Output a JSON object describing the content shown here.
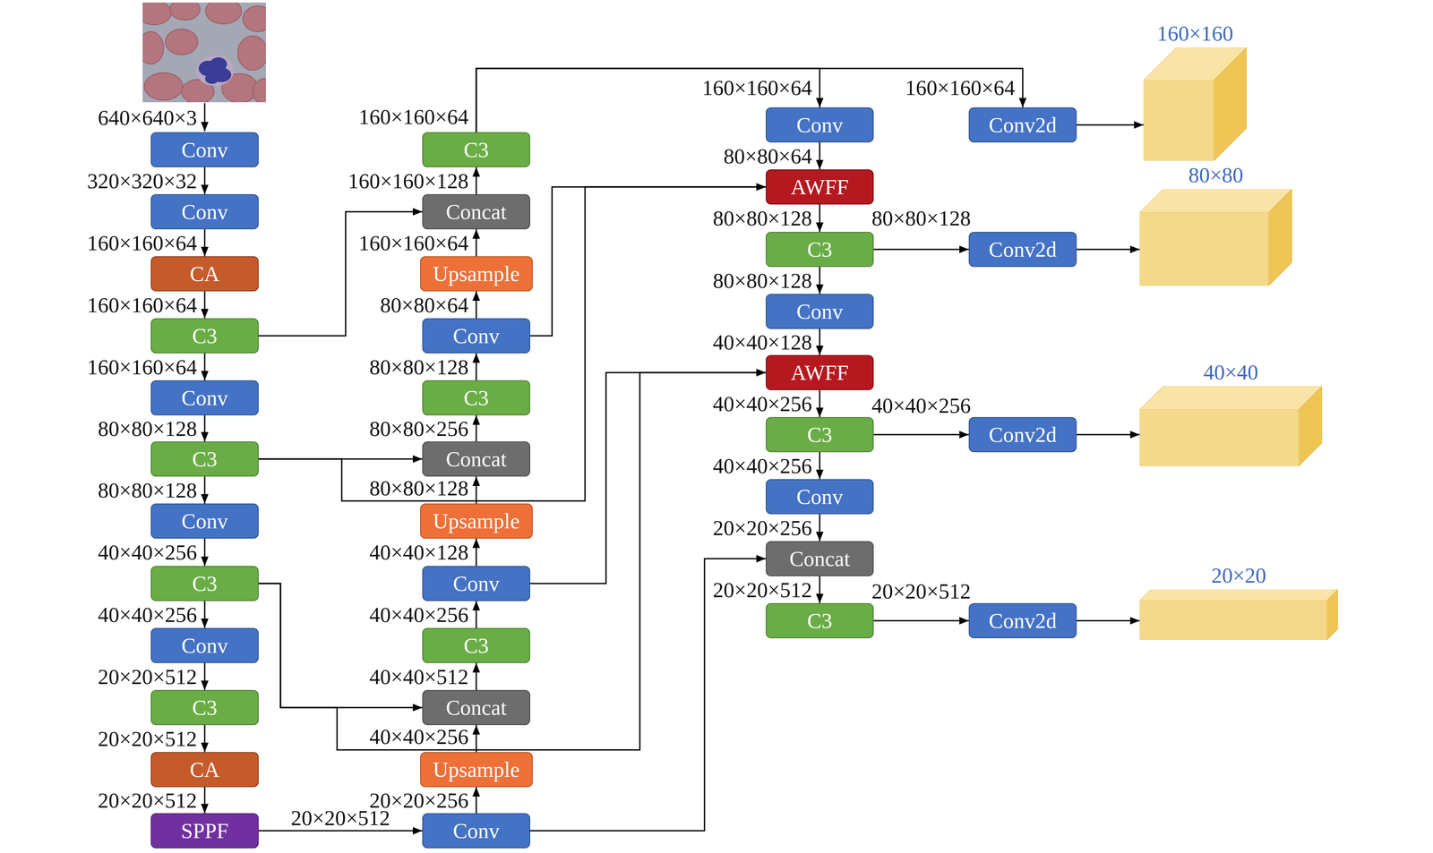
{
  "diagram": {
    "nodes": [
      {
        "text": [
          "Conv"
        ]
      },
      {
        "text": [
          "Conv"
        ]
      },
      {
        "text": [
          "CA"
        ]
      },
      {
        "text": [
          "C3"
        ]
      },
      {
        "text": [
          "Conv"
        ]
      },
      {
        "text": [
          "C3"
        ]
      },
      {
        "text": [
          "Conv"
        ]
      },
      {
        "text": [
          "C3"
        ]
      },
      {
        "text": [
          "Conv"
        ]
      },
      {
        "text": [
          "C3"
        ]
      },
      {
        "text": [
          "CA"
        ]
      },
      {
        "text": [
          "SPPF"
        ]
      },
      {
        "text": [
          "C3"
        ]
      },
      {
        "text": [
          "Concat"
        ]
      },
      {
        "text": [
          "Upsample"
        ]
      },
      {
        "text": [
          "Conv"
        ]
      },
      {
        "text": [
          "C3"
        ]
      },
      {
        "text": [
          "Concat"
        ]
      },
      {
        "text": [
          "Upsample"
        ]
      },
      {
        "text": [
          "Conv"
        ]
      },
      {
        "text": [
          "C3"
        ]
      },
      {
        "text": [
          "Concat"
        ]
      },
      {
        "text": [
          "Upsample"
        ]
      },
      {
        "text": [
          "Conv"
        ]
      },
      {
        "text": [
          "Conv"
        ]
      },
      {
        "text": [
          "AWFF"
        ]
      },
      {
        "text": [
          "C3"
        ]
      },
      {
        "text": [
          "Conv"
        ]
      },
      {
        "text": [
          "AWFF"
        ]
      },
      {
        "text": [
          "C3"
        ]
      },
      {
        "text": [
          "Conv"
        ]
      },
      {
        "text": [
          "Concat"
        ]
      },
      {
        "text": [
          "C3"
        ]
      },
      {
        "text": [
          "Conv2d"
        ]
      },
      {
        "text": [
          "Conv2d"
        ]
      },
      {
        "text": [
          "Conv2d"
        ]
      },
      {
        "text": [
          "Conv2d"
        ]
      },
      {
        "text": [
          "160×160"
        ]
      },
      {
        "text": [
          "80×80"
        ]
      },
      {
        "text": [
          "40×40"
        ]
      },
      {
        "text": [
          "20×20"
        ]
      }
    ],
    "edges": [
      {
        "from": 0,
        "to": 1,
        "arrow": "to",
        "label": "320×320×32"
      },
      {
        "from": 1,
        "to": 2,
        "arrow": "to",
        "label": "160×160×64"
      },
      {
        "from": 2,
        "to": 3,
        "arrow": "to",
        "label": "160×160×64"
      },
      {
        "from": 3,
        "to": 4,
        "arrow": "to",
        "label": "160×160×64"
      },
      {
        "from": 4,
        "to": 5,
        "arrow": "to",
        "label": "80×80×128"
      },
      {
        "from": 5,
        "to": 6,
        "arrow": "to",
        "label": "80×80×128"
      },
      {
        "from": 6,
        "to": 7,
        "arrow": "to",
        "label": "40×40×256"
      },
      {
        "from": 7,
        "to": 8,
        "arrow": "to",
        "label": "40×40×256"
      },
      {
        "from": 8,
        "to": 9,
        "arrow": "to",
        "label": "20×20×512"
      },
      {
        "from": 9,
        "to": 10,
        "arrow": "to",
        "label": "20×20×512"
      },
      {
        "from": 10,
        "to": 11,
        "arrow": "to",
        "label": "20×20×512"
      },
      {
        "from": 11,
        "to": 23,
        "arrow": "to",
        "label": "20×20×512"
      },
      {
        "from": 23,
        "to": 22,
        "arrow": "to",
        "label": "20×20×256"
      },
      {
        "from": 22,
        "to": 21,
        "arrow": "to",
        "label": "40×40×256"
      },
      {
        "from": 21,
        "to": 20,
        "arrow": "to",
        "label": "40×40×512"
      },
      {
        "from": 20,
        "to": 19,
        "arrow": "to",
        "label": "40×40×256"
      },
      {
        "from": 19,
        "to": 18,
        "arrow": "to",
        "label": "40×40×128"
      },
      {
        "from": 18,
        "to": 17,
        "arrow": "to",
        "label": "80×80×128"
      },
      {
        "from": 17,
        "to": 16,
        "arrow": "to",
        "label": "80×80×256"
      },
      {
        "from": 16,
        "to": 15,
        "arrow": "to",
        "label": "80×80×128"
      },
      {
        "from": 15,
        "to": 14,
        "arrow": "to",
        "label": "80×80×64"
      },
      {
        "from": 14,
        "to": 13,
        "arrow": "to",
        "label": "160×160×64"
      },
      {
        "from": 13,
        "to": 12,
        "arrow": "to",
        "label": "160×160×128"
      },
      {
        "from": 3,
        "to": 13,
        "arrow": "to"
      },
      {
        "from": 5,
        "to": 17,
        "arrow": "to"
      },
      {
        "from": 7,
        "to": 21,
        "arrow": "to"
      },
      {
        "from": 5,
        "to": 25,
        "arrow": "to"
      },
      {
        "from": 15,
        "to": 25,
        "arrow": "to"
      },
      {
        "from": 7,
        "to": 28,
        "arrow": "to"
      },
      {
        "from": 19,
        "to": 28,
        "arrow": "to"
      },
      {
        "from": 23,
        "to": 31,
        "arrow": "to"
      },
      {
        "from": 12,
        "to": 24,
        "arrow": "to",
        "label": "160×160×64"
      },
      {
        "from": 12,
        "to": 33,
        "arrow": "to",
        "label": "160×160×64"
      },
      {
        "from": 24,
        "to": 25,
        "arrow": "to",
        "label": "80×80×64"
      },
      {
        "from": 25,
        "to": 26,
        "arrow": "to",
        "label": "80×80×128"
      },
      {
        "from": 26,
        "to": 27,
        "arrow": "to",
        "label": "80×80×128"
      },
      {
        "from": 27,
        "to": 28,
        "arrow": "to",
        "label": "40×40×128"
      },
      {
        "from": 28,
        "to": 29,
        "arrow": "to",
        "label": "40×40×256"
      },
      {
        "from": 29,
        "to": 30,
        "arrow": "to",
        "label": "40×40×256"
      },
      {
        "from": 30,
        "to": 31,
        "arrow": "to",
        "label": "20×20×256"
      },
      {
        "from": 31,
        "to": 32,
        "arrow": "to",
        "label": "20×20×512"
      },
      {
        "from": 26,
        "to": 34,
        "arrow": "to",
        "label": "80×80×128"
      },
      {
        "from": 29,
        "to": 35,
        "arrow": "to",
        "label": "40×40×256"
      },
      {
        "from": 32,
        "to": 36,
        "arrow": "to",
        "label": "20×20×512"
      },
      {
        "from": 33,
        "to": 37,
        "arrow": "to"
      },
      {
        "from": 34,
        "to": 38,
        "arrow": "to"
      },
      {
        "from": 35,
        "to": 39,
        "arrow": "to"
      },
      {
        "from": 36,
        "to": 40,
        "arrow": "to"
      }
    ],
    "labels": [
      "640×640×3",
      "160×160×64"
    ]
  }
}
